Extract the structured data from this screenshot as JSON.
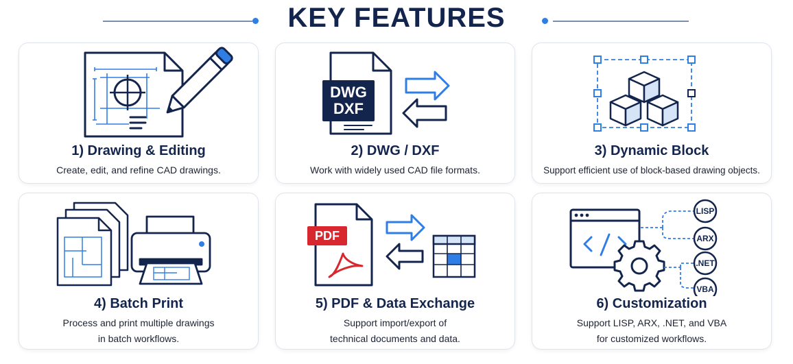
{
  "header": {
    "title": "KEY FEATURES"
  },
  "colors": {
    "navy": "#13254d",
    "blue": "#2f7ee6",
    "red": "#d7282f",
    "border": "#dfe4ec"
  },
  "cards": [
    {
      "title": "1) Drawing & Editing",
      "desc_line1": "Create, edit, and refine CAD drawings.",
      "icon": "drawing-pencil-icon"
    },
    {
      "title": "2) DWG / DXF",
      "desc_line1": "Work with widely used CAD file formats.",
      "icon": "file-exchange-icon",
      "badge_line1": "DWG",
      "badge_line2": "DXF"
    },
    {
      "title": "3) Dynamic Block",
      "desc_line1": "Support efficient use of block-based drawing objects.",
      "icon": "block-cubes-icon"
    },
    {
      "title": "4) Batch Print",
      "desc_line1": "Process and print multiple drawings",
      "desc_line2": "in batch workflows.",
      "icon": "printer-icon"
    },
    {
      "title": "5) PDF & Data Exchange",
      "desc_line1": "Support import/export of",
      "desc_line2": "technical documents and data.",
      "icon": "pdf-exchange-icon",
      "badge": "PDF"
    },
    {
      "title": "6) Customization",
      "desc_line1": "Support LISP, ARX, .NET, and VBA",
      "desc_line2": "for customized workflows.",
      "icon": "customization-gear-icon",
      "apis": [
        "LISP",
        "ARX",
        ".NET",
        "VBA"
      ]
    }
  ]
}
